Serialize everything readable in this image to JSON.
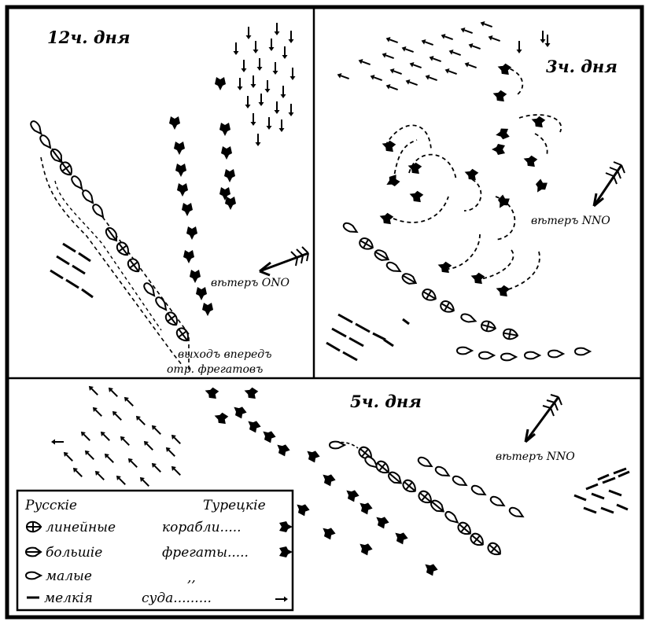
{
  "panels": {
    "p1": {
      "time": "12ч. дня",
      "wind": "вѣтеръ ONO",
      "note_line1": "выходъ впередъ",
      "note_line2": "отр. фрегатовъ"
    },
    "p2": {
      "time": "3ч. дня",
      "wind": "вѣтеръ NNO"
    },
    "p3": {
      "time": "5ч. дня",
      "wind": "вѣтеръ NNO"
    }
  },
  "legend": {
    "header_left": "Русскiе",
    "header_right": "Турецкiе",
    "rows": [
      {
        "left": "линейные",
        "right": "корабли....."
      },
      {
        "left": "большiе",
        "right": "фрегаты....."
      },
      {
        "left": "малые",
        "right": ",,"
      },
      {
        "left": "мелкiя",
        "right": "суда........."
      }
    ]
  },
  "colors": {
    "ink": "#000000",
    "paper": "#ffffff"
  },
  "icons": [
    "russian-ship-of-line-icon",
    "russian-large-frigate-icon",
    "russian-small-frigate-icon",
    "russian-small-vessel-icon",
    "turkish-ship-icon",
    "turkish-small-vessel-arrow-icon",
    "wind-arrow-icon"
  ]
}
